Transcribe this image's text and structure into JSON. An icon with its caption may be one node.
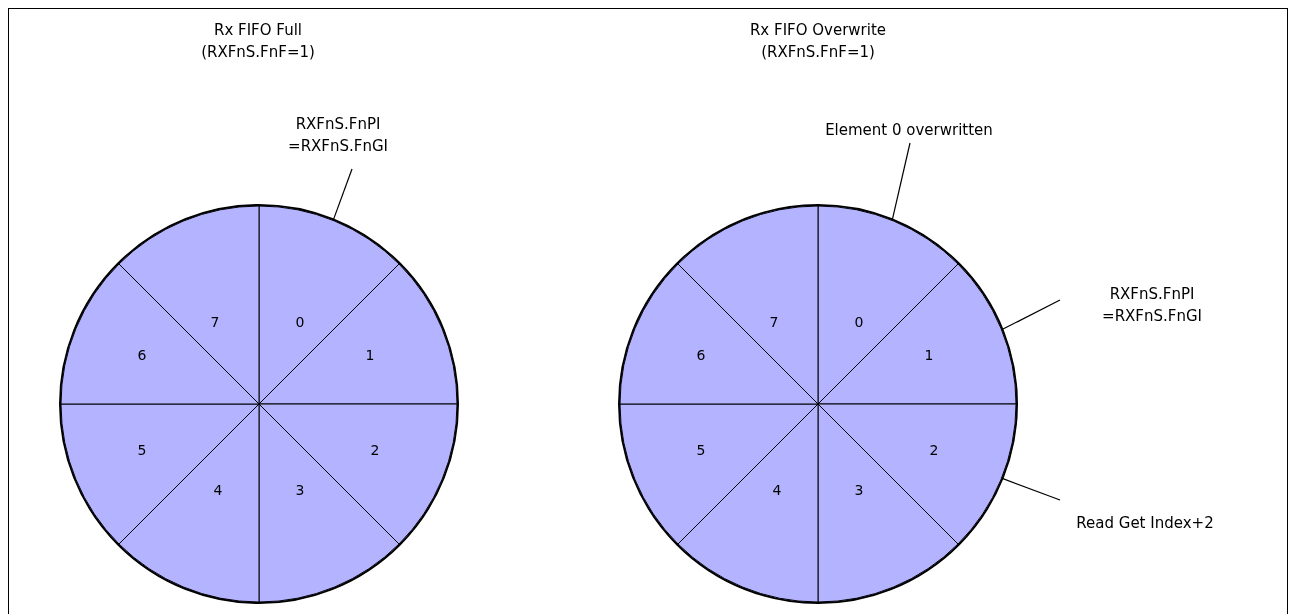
{
  "diagram": {
    "nodes": [
      {
        "text": [],
        "shape": "circle"
      },
      {
        "text": [
          "0"
        ],
        "in": 0
      },
      {
        "text": [
          "1"
        ],
        "in": 0
      },
      {
        "text": [
          "2"
        ],
        "in": 0
      },
      {
        "text": [
          "3"
        ],
        "in": 0
      },
      {
        "text": [
          "4"
        ],
        "in": 0
      },
      {
        "text": [
          "5"
        ],
        "in": 0
      },
      {
        "text": [
          "6"
        ],
        "in": 0
      },
      {
        "text": [
          "7"
        ],
        "in": 0
      },
      {
        "text": [
          "RXFnS.FnPI =RXFnS.FnGI"
        ]
      },
      {
        "text": [],
        "shape": "circle"
      },
      {
        "text": [
          "0"
        ],
        "in": 10
      },
      {
        "text": [
          "1"
        ],
        "in": 10
      },
      {
        "text": [
          "2"
        ],
        "in": 10
      },
      {
        "text": [
          "3"
        ],
        "in": 10
      },
      {
        "text": [
          "4"
        ],
        "in": 10
      },
      {
        "text": [
          "5"
        ],
        "in": 10
      },
      {
        "text": [
          "6"
        ],
        "in": 10
      },
      {
        "text": [
          "7"
        ],
        "in": 10
      },
      {
        "text": [
          "Element 0 overwritten"
        ]
      },
      {
        "text": [
          "RXFnS.FnPI =RXFnS.FnGI"
        ]
      },
      {
        "text": [
          "Read Get Index+2"
        ]
      }
    ],
    "edges": [
      {
        "from": 9,
        "to": 1,
        "arrow": "none"
      },
      {
        "from": 19,
        "to": 11,
        "arrow": "none"
      },
      {
        "from": 20,
        "to": 12,
        "arrow": "none"
      },
      {
        "from": 21,
        "to": 13,
        "arrow": "none"
      }
    ],
    "labels": [
      "Rx FIFO Full (RXFnS.FnF=1)",
      "Rx FIFO Overwrite (RXFnS.FnF=1)"
    ]
  }
}
